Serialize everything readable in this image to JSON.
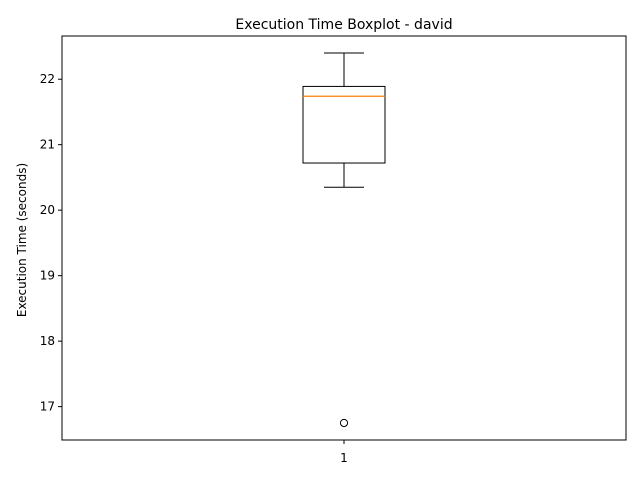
{
  "chart_data": {
    "type": "boxplot",
    "title": "Execution Time Boxplot - david",
    "xlabel": "",
    "ylabel": "Execution Time (seconds)",
    "categories": [
      "1"
    ],
    "ylim": [
      16.49,
      22.66
    ],
    "yticks": [
      17,
      18,
      19,
      20,
      21,
      22
    ],
    "grid": false,
    "boxes": [
      {
        "category": "1",
        "whisker_low": 20.35,
        "q1": 20.72,
        "median": 21.74,
        "q3": 21.89,
        "whisker_high": 22.4,
        "outliers": [
          16.75
        ]
      }
    ],
    "colors": {
      "box": "#000000",
      "median": "#ff7f0e",
      "outlier_edge": "#000000"
    }
  }
}
